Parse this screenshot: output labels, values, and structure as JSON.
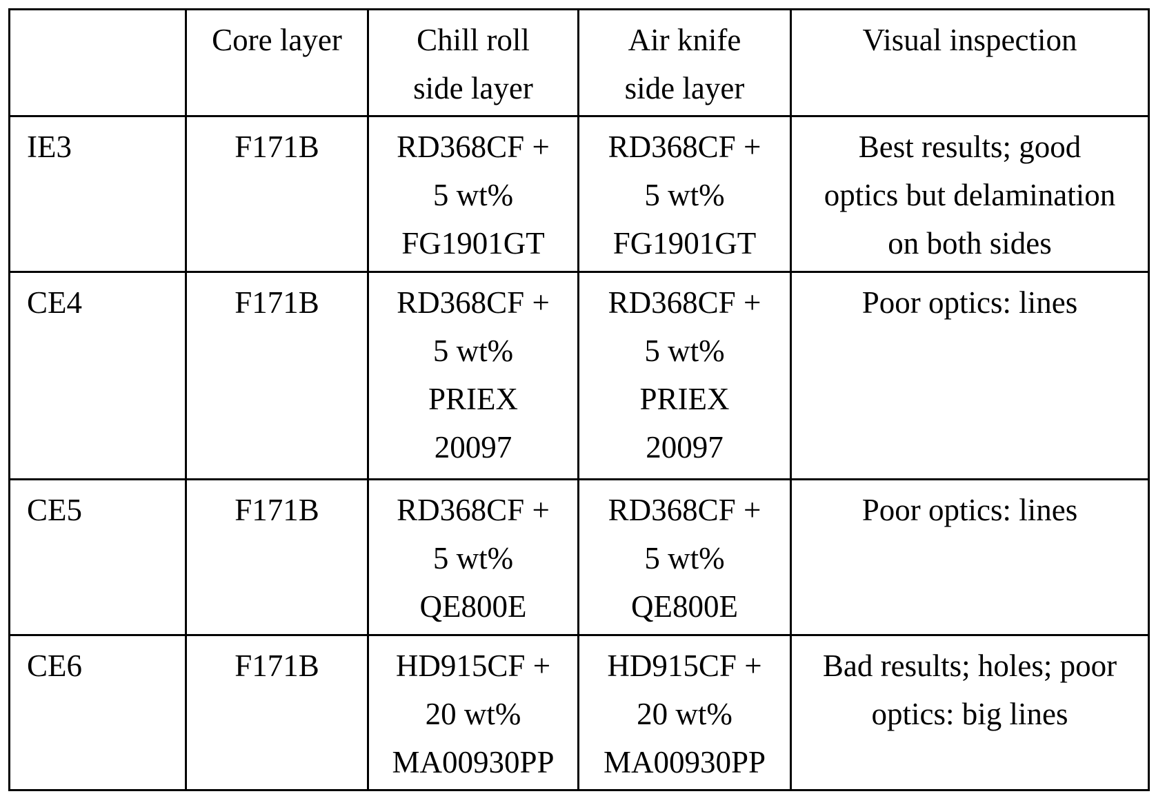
{
  "page": {
    "background_color": "#ffffff",
    "border_color": "#000000",
    "text_color": "#000000"
  },
  "table": {
    "header": {
      "row_label": "",
      "core_layer": "Core layer",
      "chill_roll_lines": [
        "Chill roll",
        "side layer"
      ],
      "air_knife_lines": [
        "Air knife",
        "side layer"
      ],
      "visual_inspection": "Visual inspection"
    },
    "rows": [
      {
        "id": "IE3",
        "core_layer": "F171B",
        "chill_roll_lines": [
          "RD368CF +",
          "5 wt%",
          "FG1901GT"
        ],
        "air_knife_lines": [
          "RD368CF +",
          "5 wt%",
          "FG1901GT"
        ],
        "visual_lines": [
          "Best results; good",
          "optics but delamination",
          "on both sides"
        ]
      },
      {
        "id": "CE4",
        "core_layer": "F171B",
        "chill_roll_lines": [
          "RD368CF +",
          "5 wt%",
          "PRIEX",
          "20097"
        ],
        "air_knife_lines": [
          "RD368CF +",
          "5 wt%",
          "PRIEX",
          "20097"
        ],
        "visual_lines": [
          "Poor optics: lines"
        ]
      },
      {
        "id": "CE5",
        "core_layer": "F171B",
        "chill_roll_lines": [
          "RD368CF +",
          "5 wt%",
          "QE800E"
        ],
        "air_knife_lines": [
          "RD368CF +",
          "5 wt%",
          "QE800E"
        ],
        "visual_lines": [
          "Poor optics: lines"
        ]
      },
      {
        "id": "CE6",
        "core_layer": "F171B",
        "chill_roll_lines": [
          "HD915CF +",
          "20 wt%",
          "MA00930PP"
        ],
        "air_knife_lines": [
          "HD915CF +",
          "20 wt%",
          "MA00930PP"
        ],
        "visual_lines": [
          "Bad results; holes; poor",
          "optics: big lines"
        ]
      }
    ]
  }
}
